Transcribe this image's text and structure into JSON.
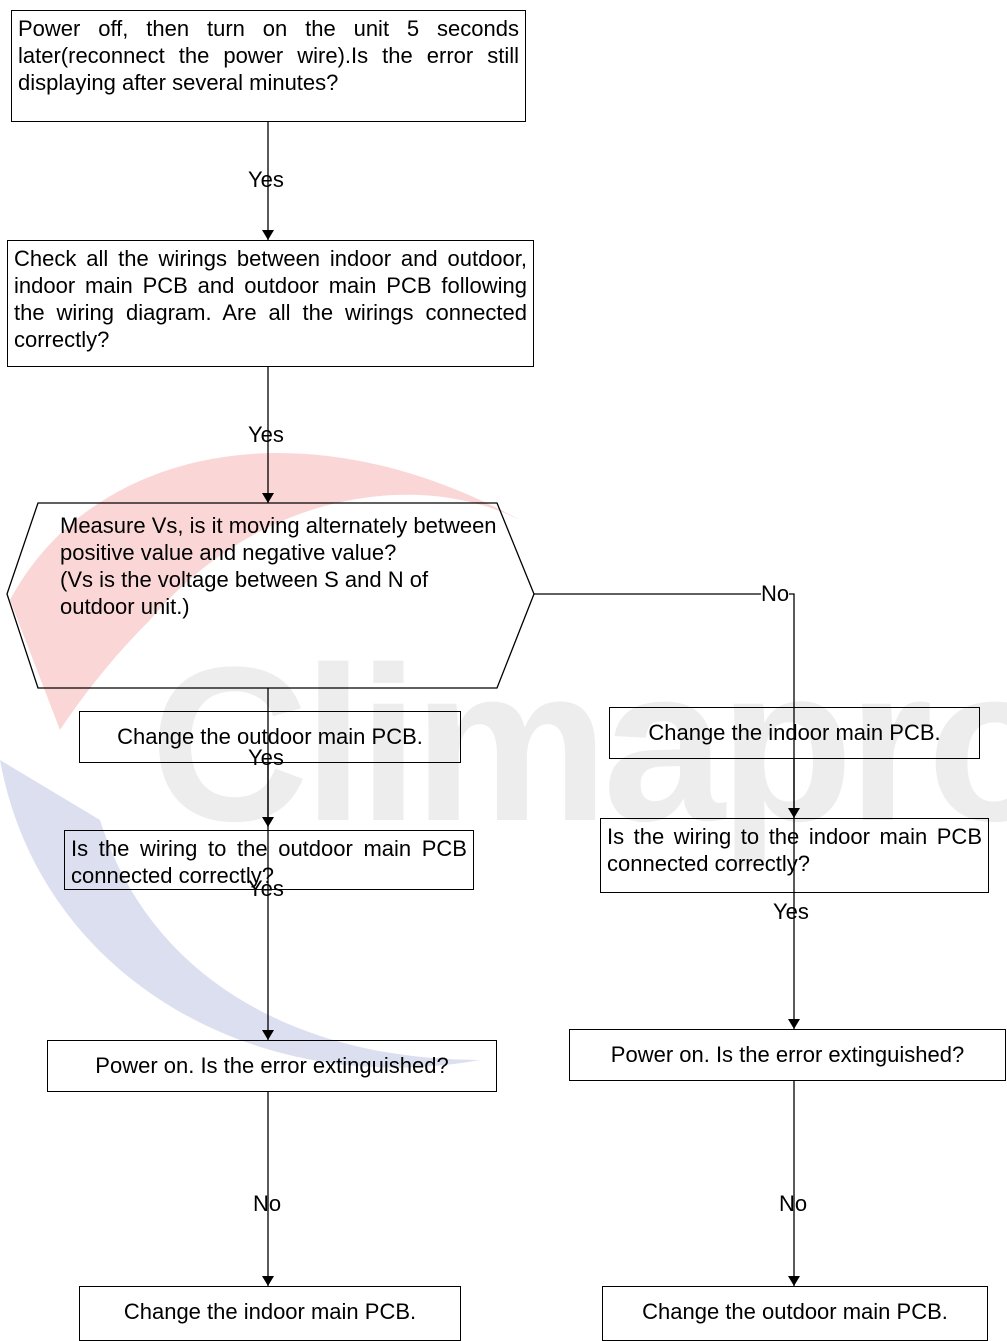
{
  "watermark": {
    "text": "Climaproye",
    "colors": {
      "red": "#e94a45",
      "blue": "#4a5fae",
      "text": "#c8c8c8"
    }
  },
  "nodes": {
    "start": "Power off, then turn on the unit 5 seconds later(reconnect the power wire).Is the error still displaying after several minutes?",
    "check_wirings": "Check all the wirings between indoor and outdoor, indoor main PCB and outdoor main PCB following the wiring diagram. Are all the wirings connected correctly?",
    "measure_vs": "Measure  Vs, is it moving alternately between positive value and negative value?",
    "measure_vs_note": "(Vs is the voltage between S and N of outdoor unit.)",
    "left_wiring_q": "Is the wiring to the outdoor main PCB connected correctly?",
    "left_change_outdoor": "Change the outdoor main PCB.",
    "left_power_on": "Power on. Is the error extinguished?",
    "left_change_indoor": "Change the indoor main PCB.",
    "right_wiring_q": "Is the wiring to the indoor main PCB connected  correctly?",
    "right_change_indoor": "Change the indoor main PCB.",
    "right_power_on": "Power on. Is the error extinguished?",
    "right_change_outdoor": "Change the outdoor main PCB."
  },
  "edges": {
    "start_to_check": "Yes",
    "check_to_measure": "Yes",
    "measure_to_right": "No",
    "measure_to_left": "Yes",
    "left_q_to_change": "Yes",
    "left_power_to_change": "No",
    "right_q_to_change": "Yes",
    "right_power_to_change": "No"
  }
}
